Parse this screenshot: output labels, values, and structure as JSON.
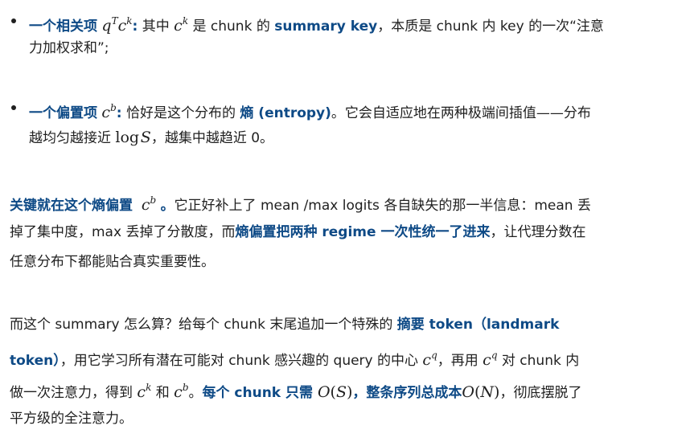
{
  "bullet1": {
    "term": "一个相关项",
    "math_q": "q",
    "math_T": "T",
    "math_c": "c",
    "math_k": "k",
    "colon": ":",
    "t1": " 其中 ",
    "math_c2": "c",
    "math_k2": "k",
    "t2": " 是 chunk 的 ",
    "key": "summary key",
    "t3": "，本质是 chunk 内 key 的一次“注意",
    "cont": "力加权求和”;"
  },
  "bullet2": {
    "term": "一个偏置项",
    "math_c": "c",
    "math_b": "b",
    "colon": ":",
    "t1": " 恰好是这个分布的 ",
    "key": "熵 (entropy)",
    "t2": "。它会自适应地在两种极端间插值——分布",
    "cont1": "越均匀越接近 ",
    "math_log": "log",
    "math_S": "S",
    "cont2": "，越集中越趋近 0。"
  },
  "para1": {
    "b1": "关键就在这个熵偏置",
    "math_c": "c",
    "math_b": "b",
    "b2": "。",
    "t1": "它正好补上了 mean /max logits 各自缺失的那一半信息：mean 丢",
    "l2a": "掉了集中度，max 丢掉了分散度，而",
    "l2b": "熵偏置把两种 regime 一次性统一了进来",
    "l2c": "，让代理分数在",
    "l3": "任意分布下都能贴合真实重要性。"
  },
  "para2": {
    "l1a": "而这个 summary 怎么算？给每个 chunk 末尾追加一个特殊的 ",
    "l1b": "摘要 token（landmark",
    "l2a": "token）",
    "l2b": "，用它学习所有潜在可能对 chunk 感兴趣的 query 的中心 ",
    "math_c1": "c",
    "math_q1": "q",
    "l2c": "，再用 ",
    "math_c2": "c",
    "math_q2": "q",
    "l2d": " 对 chunk 内",
    "l3a": "做一次注意力，得到 ",
    "math_c3": "c",
    "math_k3": "k",
    "l3b": " 和 ",
    "math_c4": "c",
    "math_b4": "b",
    "l3c": "。",
    "l3d": "每个 chunk 只需 ",
    "math_O1": "O",
    "math_lp1": "(",
    "math_S1": "S",
    "math_rp1": ")",
    "l3e": "，整条序列总成本",
    "math_O2": "O",
    "math_lp2": "(",
    "math_N2": "N",
    "math_rp2": ")",
    "l3f": "，彻底摆脱了",
    "l4": "平方级的全注意力。"
  }
}
